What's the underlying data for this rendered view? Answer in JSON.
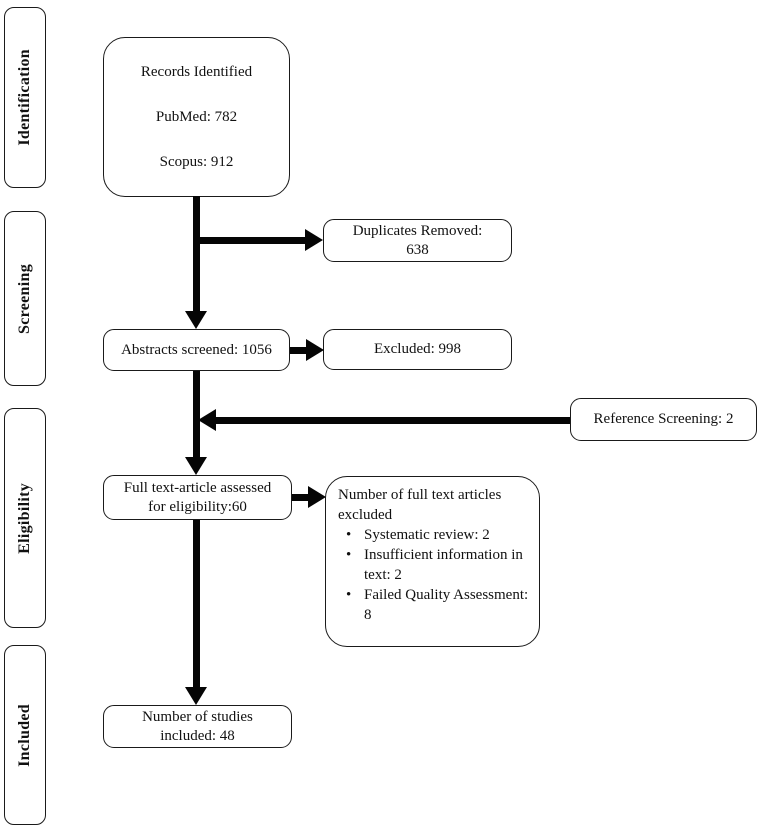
{
  "diagram": {
    "title_semantic": "PRISMA study selection flow diagram",
    "stages": [
      {
        "label": "Identification"
      },
      {
        "label": "Screening"
      },
      {
        "label": "Eligibility"
      },
      {
        "label": "Included"
      }
    ],
    "boxes": {
      "records": {
        "line1": "Records Identified",
        "line2": "PubMed: 782",
        "line3": "Scopus: 912"
      },
      "duplicates": {
        "line1": "Duplicates Removed:",
        "line2": "638"
      },
      "abstracts": {
        "text": "Abstracts screened: 1056"
      },
      "excluded": {
        "text": "Excluded: 998"
      },
      "reference": {
        "text": "Reference Screening: 2"
      },
      "fulltext": {
        "line1": "Full text-article assessed",
        "line2": "for eligibility:60"
      },
      "fulltext_excluded": {
        "heading": "Number of full text articles excluded",
        "bullet_glyph": "•",
        "bullets": [
          "Systematic review: 2",
          "Insufficient information in text: 2",
          "Failed Quality Assessment: 8"
        ]
      },
      "included": {
        "line1": "Number of studies",
        "line2": "included: 48"
      }
    },
    "colors": {
      "line": "#050505",
      "box_border": "#1a1a1a",
      "background": "#ffffff",
      "text": "#111111"
    }
  }
}
